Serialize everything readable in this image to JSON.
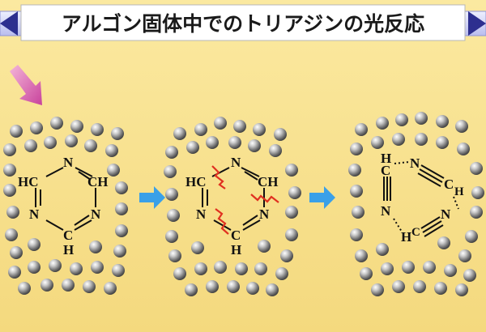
{
  "title": "アルゴン固体中でのトリアジンの光反応",
  "atoms": {
    "n": "N",
    "h": "H",
    "hc": "HC",
    "ch": "CH",
    "c": "C"
  },
  "colors": {
    "background": "#f4d97e",
    "banner_band": "#cfd3f5",
    "banner_diamond": "#2d2f8f",
    "arrow_blue": "#3aa0e8",
    "light_arrow": "#d76ab3",
    "bond_break": "#e03020",
    "argon_atom": "#7a7a7a"
  },
  "icons": [
    "light-arrow-icon",
    "reaction-arrow-icon",
    "argon-atom-icon",
    "bond-break-icon"
  ]
}
